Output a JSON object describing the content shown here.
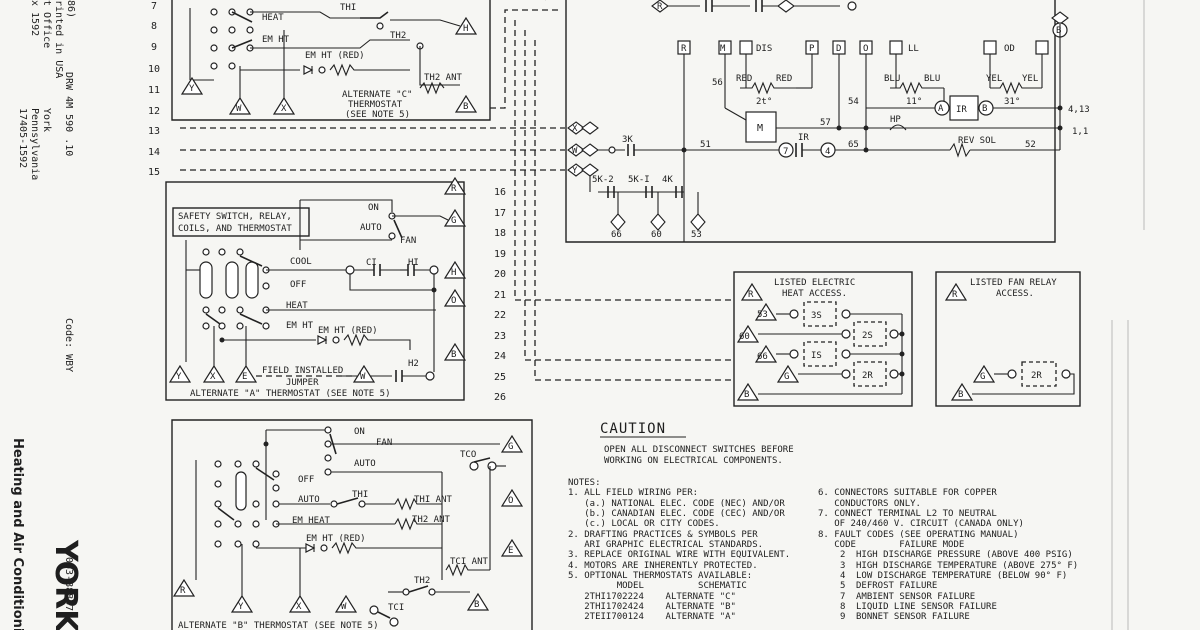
{
  "margin": {
    "york_logo": "YORK",
    "york_registered": "®",
    "heating_air": "Heating and Air Conditioning",
    "doc_number": "063-88837",
    "code": "Code: WBY",
    "drw": "DRW 4M 590 .10",
    "york_pa": "York",
    "pennsylvania": "Pennsylvania",
    "zip": "17405-1592",
    "post_office": "t Office",
    "post_box": "x 1592",
    "printed": "rinted in USA",
    "year_frag": "86)"
  },
  "line_numbers": [
    "7",
    "8",
    "9",
    "10",
    "11",
    "12",
    "13",
    "14",
    "15",
    "16",
    "17",
    "18",
    "19",
    "20",
    "21",
    "22",
    "23",
    "24",
    "25",
    "26"
  ],
  "alt_c": {
    "labels": {
      "heat": "HEAT",
      "em_ht": "EM HT",
      "em_ht_red": "EM HT (RED)",
      "th1": "THI",
      "th2": "TH2",
      "th2_ant": "TH2 ANT"
    },
    "terminals": [
      "H",
      "B",
      "Y",
      "W",
      "X"
    ],
    "caption1": "ALTERNATE \"C\"",
    "caption2": "THERMOSTAT",
    "caption3": "(SEE NOTE 5)"
  },
  "alt_a": {
    "title1": "SAFETY SWITCH, RELAY,",
    "title2": "COILS, AND THERMOSTAT",
    "labels": {
      "on": "ON",
      "auto": "AUTO",
      "fan": "FAN",
      "cool": "COOL",
      "off": "OFF",
      "heat": "HEAT",
      "em_ht": "EM HT",
      "em_ht_red": "EM HT (RED)",
      "ci": "CI",
      "hi": "HI",
      "h2": "H2",
      "field1": "FIELD INSTALLED",
      "field2": "JUMPER"
    },
    "terminals": [
      "R",
      "G",
      "H",
      "O",
      "B",
      "Y",
      "X",
      "E",
      "W"
    ],
    "caption": "ALTERNATE \"A\" THERMOSTAT (SEE NOTE 5)"
  },
  "alt_b": {
    "labels": {
      "on": "ON",
      "fan": "FAN",
      "auto": "AUTO",
      "off": "OFF",
      "auto2": "AUTO",
      "em_heat": "EM HEAT",
      "th1": "THI",
      "th1_ant": "THI ANT",
      "th2_ant": "TH2 ANT",
      "em_ht_red": "EM HT (RED)",
      "tco": "TCO",
      "tc1_ant": "TCI ANT",
      "th2": "TH2",
      "tc1": "TCI"
    },
    "terminals": [
      "G",
      "O",
      "E",
      "R",
      "Y",
      "X",
      "W",
      "B"
    ],
    "caption": "ALTERNATE \"B\" THERMOSTAT (SEE NOTE 5)"
  },
  "control": {
    "top_terms": [
      "R",
      "M",
      "DIS",
      "P",
      "D",
      "O",
      "LL",
      "OD"
    ],
    "resistors": [
      {
        "label": "RED",
        "label2": "RED",
        "temp": "2t°"
      },
      {
        "label": "BLU",
        "label2": "BLU",
        "temp": "11°"
      },
      {
        "label": "YEL",
        "label2": "YEL",
        "temp": "31°"
      }
    ],
    "wire_nums": {
      "n56": "56",
      "n54": "54",
      "n57": "57",
      "n51": "51",
      "n65": "65",
      "n52": "52",
      "n413": "4,13",
      "n11": "1,1"
    },
    "components": {
      "m": "M",
      "ir": "IR",
      "a": "A",
      "b": "B",
      "hp": "HP",
      "rev_sol": "REV SOL",
      "ir_contact": "IR",
      "c7": "7",
      "c4": "4",
      "k3": "3K",
      "k5_2": "5K-2",
      "k5_1": "5K-I",
      "k4": "4K",
      "x": "X",
      "w": "W",
      "y": "Y",
      "r_top": "R",
      "b_top": "B"
    },
    "bottom_diamonds": [
      "66",
      "60",
      "53"
    ]
  },
  "heat_access": {
    "title1": "LISTED ELECTRIC",
    "title2": "HEAT ACCESS.",
    "relays": [
      "3S",
      "2S",
      "IS",
      "2R"
    ],
    "terminals": [
      "R",
      "53",
      "60",
      "66",
      "G",
      "B"
    ]
  },
  "fan_relay": {
    "title1": "LISTED FAN RELAY",
    "title2": "ACCESS.",
    "relay": "2R",
    "terminals": [
      "R",
      "G",
      "B"
    ]
  },
  "caution": {
    "title": "CAUTION",
    "line1": "OPEN ALL DISCONNECT SWITCHES BEFORE",
    "line2": "WORKING ON ELECTRICAL COMPONENTS."
  },
  "notes_left": [
    "NOTES:",
    "1. ALL FIELD WIRING PER:",
    "   (a.) NATIONAL ELEC. CODE (NEC) AND/OR",
    "   (b.) CANADIAN ELEC. CODE (CEC) AND/OR",
    "   (c.) LOCAL OR CITY CODES.",
    "2. DRAFTING PRACTICES & SYMBOLS PER",
    "   ARI GRAPHIC ELECTRICAL STANDARDS.",
    "3. REPLACE ORIGINAL WIRE WITH EQUIVALENT.",
    "4. MOTORS ARE INHERENTLY PROTECTED.",
    "5. OPTIONAL THERMOSTATS AVAILABLE:",
    "         MODEL          SCHEMATIC",
    "   2THI1702224    ALTERNATE \"C\"",
    "   2THI1702424    ALTERNATE \"B\"",
    "   2TEII700124    ALTERNATE \"A\""
  ],
  "notes_right": [
    "6. CONNECTORS SUITABLE FOR COPPER",
    "   CONDUCTORS ONLY.",
    "7. CONNECT TERMINAL L2 TO NEUTRAL",
    "   OF 240/460 V. CIRCUIT (CANADA ONLY)",
    "8. FAULT CODES (SEE OPERATING MANUAL)",
    "   CODE        FAILURE MODE"
  ],
  "fault_codes": [
    {
      "code": "2",
      "mode": "HIGH DISCHARGE PRESSURE (ABOVE 400 PSIG)"
    },
    {
      "code": "3",
      "mode": "HIGH DISCHARGE TEMPERATURE (ABOVE 275° F)"
    },
    {
      "code": "4",
      "mode": "LOW DISCHARGE TEMPERATURE (BELOW 90° F)"
    },
    {
      "code": "5",
      "mode": "DEFROST FAILURE"
    },
    {
      "code": "7",
      "mode": "AMBIENT SENSOR FAILURE"
    },
    {
      "code": "8",
      "mode": "LIQUID LINE SENSOR FAILURE"
    },
    {
      "code": "9",
      "mode": "BONNET SENSOR FAILURE"
    }
  ]
}
